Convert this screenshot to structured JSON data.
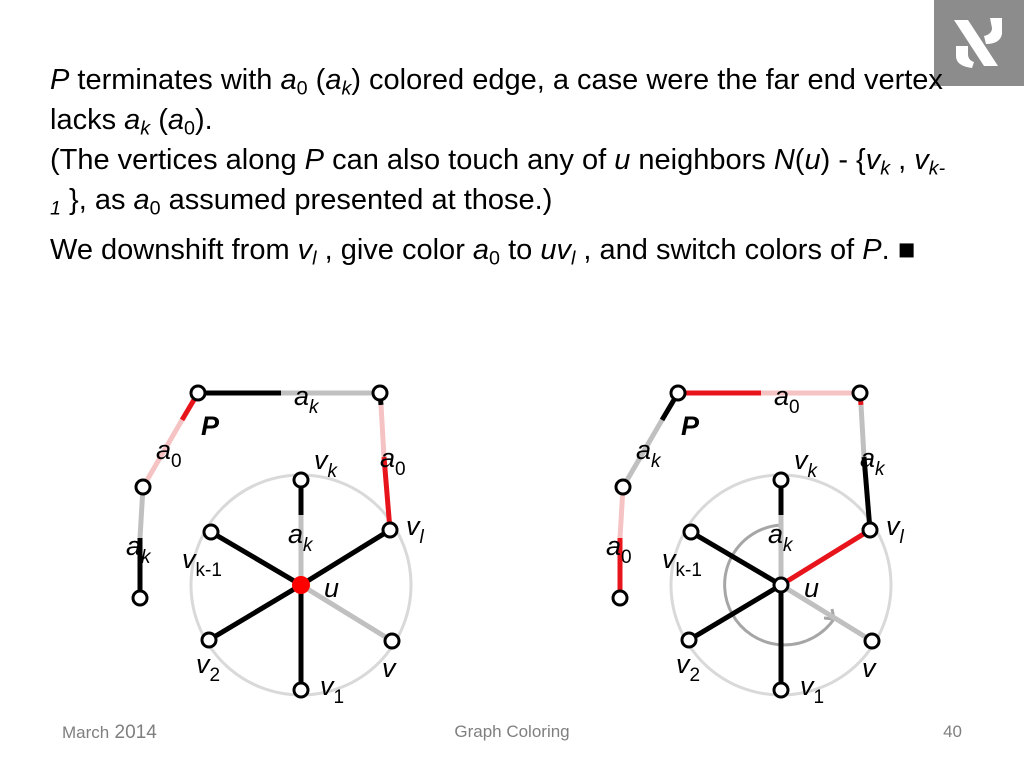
{
  "slide": {
    "para1": {
      "p": "P",
      "t1": " terminates with ",
      "a0a": "a",
      "a0a_sub": "0",
      "t2": " (",
      "aka": "a",
      "aka_sub": "k",
      "t3": ") colored edge, a case were the far end vertex lacks ",
      "akb": "a",
      "akb_sub": "k",
      "t4": " (",
      "a0b": "a",
      "a0b_sub": "0",
      "t5": ")."
    },
    "para2": {
      "t1": "(The vertices along ",
      "p": "P",
      "t2": " can also touch any of ",
      "u1": "u",
      "t3": " neighbors ",
      "n": "N",
      "t4": "(",
      "u2": "u",
      "t5": ") - {",
      "vk": "v",
      "vk_sub": "k",
      "t6": " , ",
      "vk1": "v",
      "vk1_sub": "k-1",
      "t7": " }, as ",
      "a0": "a",
      "a0_sub": "0",
      "t8": " assumed presented at those.)"
    },
    "para3": {
      "t1": "We downshift from ",
      "vl1": "v",
      "vl1_sub": "l",
      "t2": " , give color ",
      "a0": "a",
      "a0_sub": "0",
      "t3": " to ",
      "uvl": "uv",
      "uvl_sub": "l",
      "t4": " , and switch colors of ",
      "p": "P",
      "t5": ". ■"
    }
  },
  "diagrams": {
    "left": {
      "path_label": "P",
      "top_edge": {
        "base": "a",
        "sub": "k"
      },
      "upper_left_edge": {
        "base": "a",
        "sub": "0"
      },
      "lower_left_edge": {
        "base": "a",
        "sub": "k"
      },
      "right_edge": {
        "base": "a",
        "sub": "0"
      },
      "center_edge": {
        "base": "a",
        "sub": "k"
      },
      "vertex_vk": {
        "base": "v",
        "sub": "k"
      },
      "vertex_vk1": {
        "base": "v",
        "sub": "k-1"
      },
      "vertex_vl": {
        "base": "v",
        "sub": "l"
      },
      "vertex_v2": {
        "base": "v",
        "sub": "2"
      },
      "vertex_v1": {
        "base": "v",
        "sub": "1"
      },
      "vertex_v": "v",
      "center": "u"
    },
    "right": {
      "path_label": "P",
      "top_edge": {
        "base": "a",
        "sub": "0"
      },
      "upper_left_edge": {
        "base": "a",
        "sub": "k"
      },
      "lower_left_edge": {
        "base": "a",
        "sub": "0"
      },
      "right_edge": {
        "base": "a",
        "sub": "k"
      },
      "center_edge": {
        "base": "a",
        "sub": "k"
      },
      "vertex_vk": {
        "base": "v",
        "sub": "k"
      },
      "vertex_vk1": {
        "base": "v",
        "sub": "k-1"
      },
      "vertex_vl": {
        "base": "v",
        "sub": "l"
      },
      "vertex_v2": {
        "base": "v",
        "sub": "2"
      },
      "vertex_v1": {
        "base": "v",
        "sub": "1"
      },
      "vertex_v": "v",
      "center": "u"
    }
  },
  "colors": {
    "black_edge": "#000000",
    "red_edge": "#e8141c",
    "light_red_edge": "#f5c3c3",
    "grey_edge": "#c0c0c0",
    "circle": "#d9d9d9",
    "arc": "#a6a6a6",
    "center_red": "#ff0000",
    "logo_bg": "#8c8c8c"
  },
  "footer": {
    "date_month": "March",
    "date_year": " 2014",
    "title": "Graph Coloring",
    "page": "40"
  }
}
